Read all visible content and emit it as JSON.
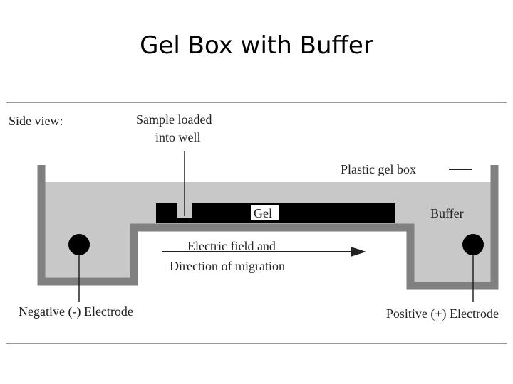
{
  "slide": {
    "title": "Gel Box with Buffer"
  },
  "diagram": {
    "view_label": "Side view:",
    "sample_label_line1": "Sample loaded",
    "sample_label_line2": "into well",
    "box_label": "Plastic gel box",
    "gel_label": "Gel",
    "buffer_label": "Buffer",
    "field_label_line1": "Electric field and",
    "field_label_line2": "Direction of migration",
    "negative_label": "Negative (-) Electrode",
    "positive_label": "Positive (+) Electrode"
  },
  "colors": {
    "box_wall": "#808080",
    "buffer": "#c8c8c8",
    "gel": "#000000",
    "figure_frame": "#999999"
  }
}
